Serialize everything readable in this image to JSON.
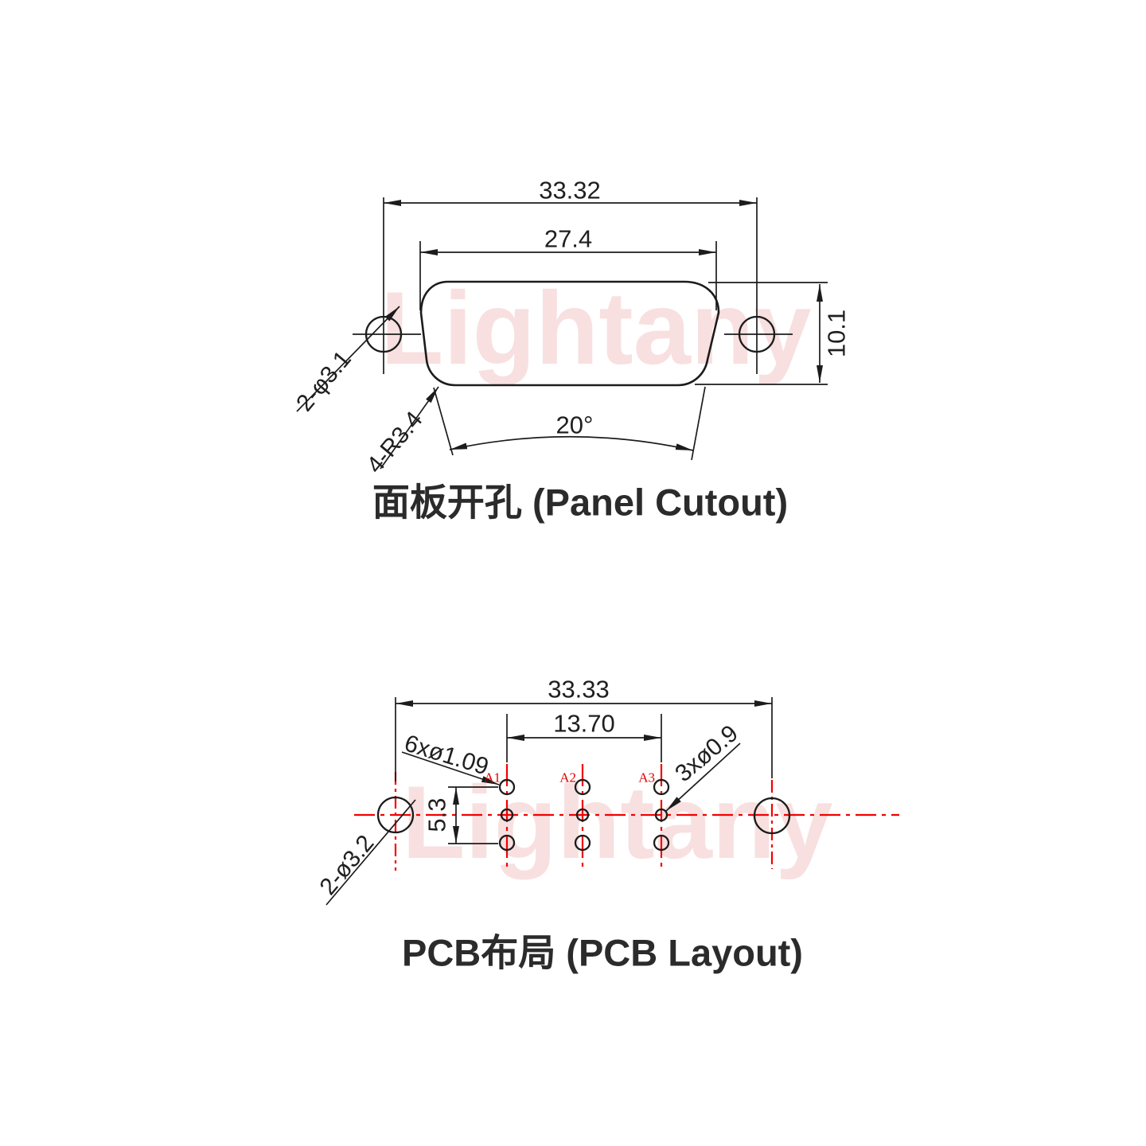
{
  "watermark": {
    "text": "Lightany"
  },
  "panel_cutout": {
    "title": "面板开孔 (Panel Cutout)",
    "dim_overall_width": "33.32",
    "dim_opening_width": "27.4",
    "dim_height": "10.1",
    "dim_side_angle": "20°",
    "label_mount_holes": "2-φ3.1",
    "label_corner_radius": "4-R3.4"
  },
  "pcb_layout": {
    "title": "PCB布局 (PCB Layout)",
    "dim_overall_width": "33.33",
    "dim_pin_span": "13.70",
    "dim_row_span": "5.3",
    "label_signal_holes": "6xø1.09",
    "label_coax_holes": "3xø0.9",
    "label_mount_holes": "2-ø3.2",
    "pin_labels": [
      "A1",
      "A2",
      "A3"
    ]
  },
  "colors": {
    "line": "#1c1c1c",
    "accent_red": "#f40000",
    "pin_label_red": "#e10000",
    "watermark_pink": "#f8e0e0",
    "background": "#ffffff"
  }
}
